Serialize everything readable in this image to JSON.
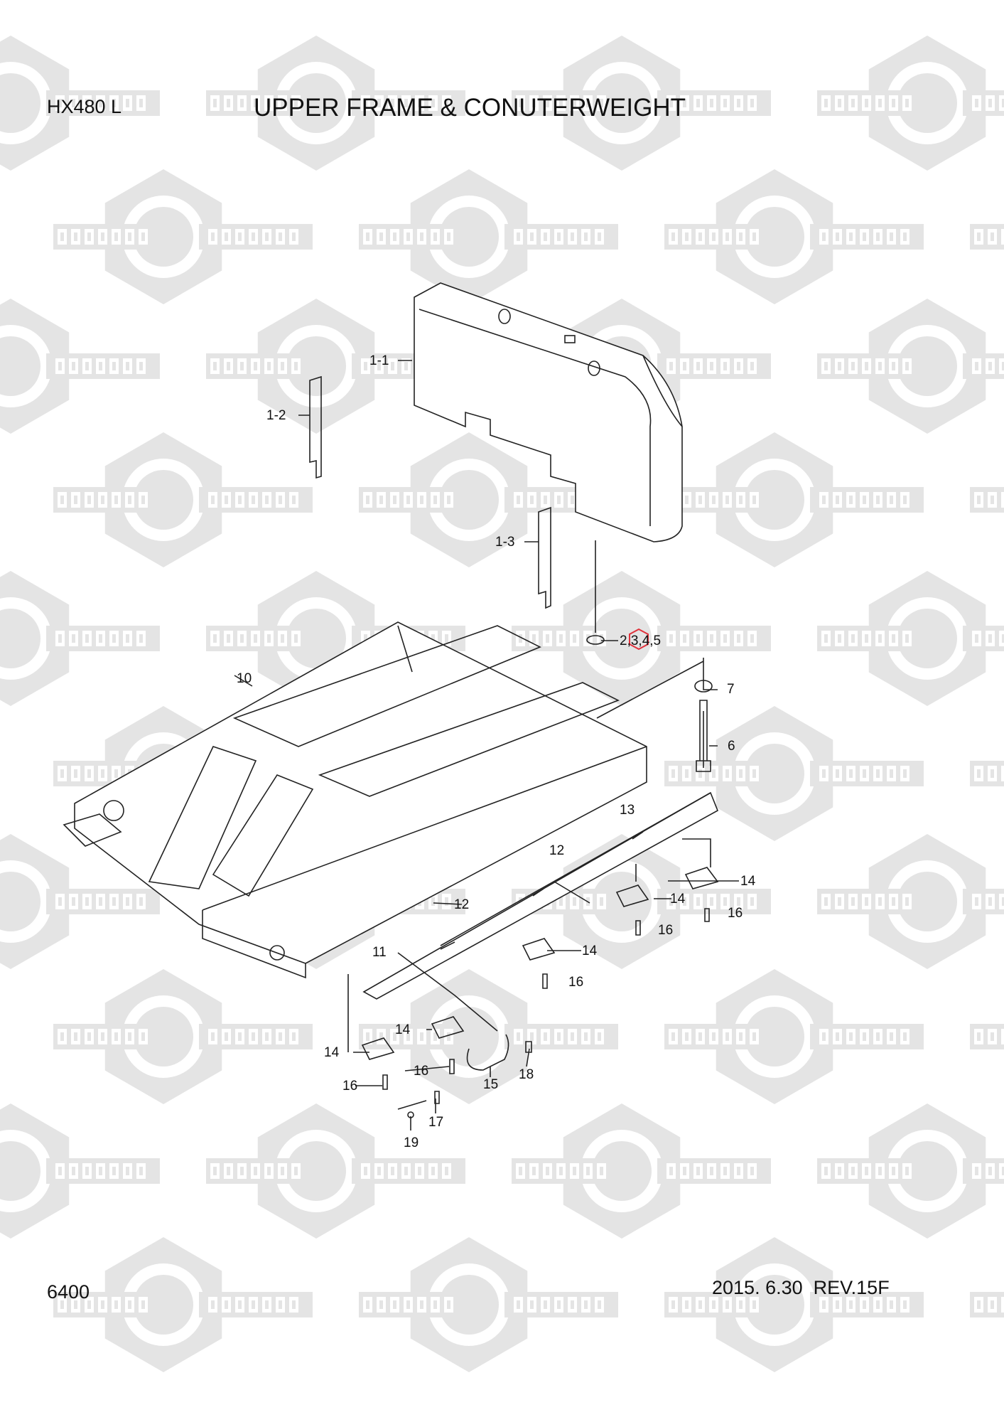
{
  "header": {
    "model": "HX480 L",
    "title": "UPPER FRAME & CONUTERWEIGHT"
  },
  "footer": {
    "page_number": "6400",
    "revision": "2015. 6.30  REV.15F"
  },
  "watermark": {
    "text_left": "KOMПАРТ",
    "text_right": "COMPART"
  },
  "callouts": [
    {
      "id": "c1-1",
      "text": "1-1"
    },
    {
      "id": "c1-2",
      "text": "1-2"
    },
    {
      "id": "c1-3",
      "text": "1-3"
    },
    {
      "id": "c2345",
      "text": "2,3,4,5"
    },
    {
      "id": "c7",
      "text": "7"
    },
    {
      "id": "c6",
      "text": "6"
    },
    {
      "id": "c10",
      "text": "10"
    },
    {
      "id": "c13",
      "text": "13"
    },
    {
      "id": "c12a",
      "text": "12"
    },
    {
      "id": "c14a",
      "text": "14"
    },
    {
      "id": "c14b",
      "text": "14"
    },
    {
      "id": "c16a",
      "text": "16"
    },
    {
      "id": "c16b",
      "text": "16"
    },
    {
      "id": "c12b",
      "text": "12"
    },
    {
      "id": "c14c",
      "text": "14"
    },
    {
      "id": "c16c",
      "text": "16"
    },
    {
      "id": "c11",
      "text": "11"
    },
    {
      "id": "c14d",
      "text": "14"
    },
    {
      "id": "c14e",
      "text": "14"
    },
    {
      "id": "c16d",
      "text": "16"
    },
    {
      "id": "c16e",
      "text": "16"
    },
    {
      "id": "c15",
      "text": "15"
    },
    {
      "id": "c18",
      "text": "18"
    },
    {
      "id": "c17",
      "text": "17"
    },
    {
      "id": "c19",
      "text": "19"
    }
  ],
  "highlight_color": "#e0323c"
}
